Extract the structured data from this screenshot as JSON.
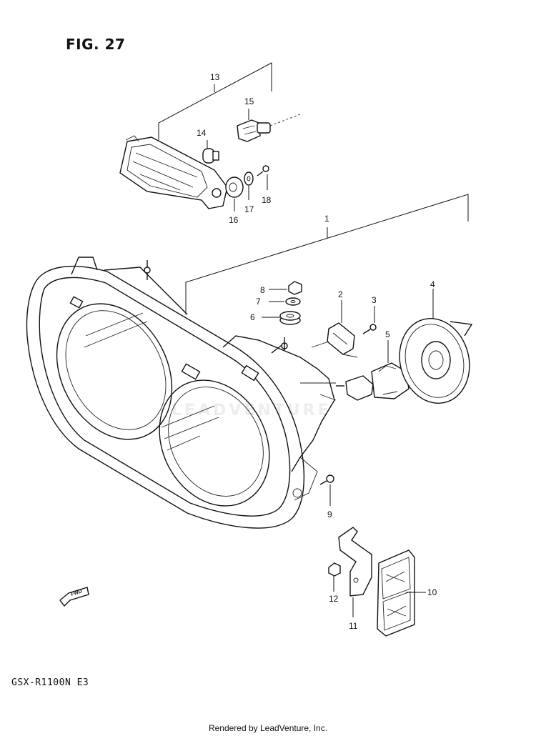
{
  "figure": {
    "title": "FIG. 27",
    "model": "GSX-R1100N E3",
    "footer": "Rendered by LeadVenture, Inc.",
    "watermark": "LEADVENTURE",
    "fwd_label": "FWD"
  },
  "callouts": [
    "1",
    "2",
    "3",
    "4",
    "5",
    "6",
    "7",
    "8",
    "9",
    "10",
    "11",
    "12",
    "13",
    "14",
    "15",
    "16",
    "17",
    "18"
  ]
}
